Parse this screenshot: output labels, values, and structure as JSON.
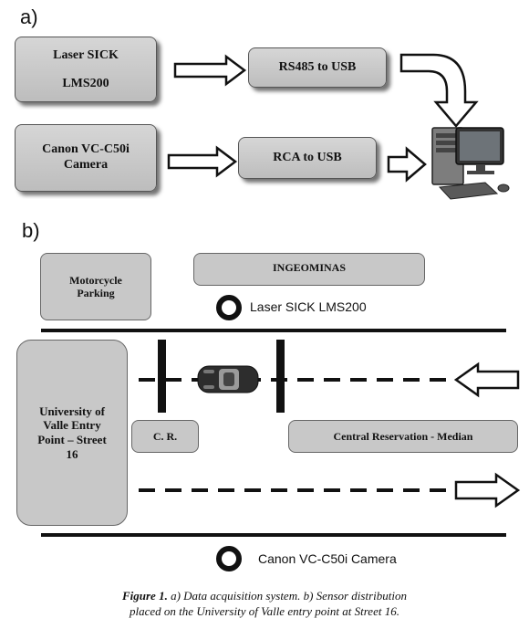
{
  "panel_a": {
    "label": "a)",
    "laser_box": "Laser SICK\n\nLMS200",
    "rs485_box": "RS485 to USB",
    "camera_box": "Canon VC-C50i\nCamera",
    "rca_box": "RCA to USB"
  },
  "panel_b": {
    "label": "b)",
    "motorcycle_box": "Motorcycle\nParking",
    "ingeominas_box": "INGEOMINAS",
    "laser_label": "Laser SICK LMS200",
    "university_box": "University of\nValle Entry\nPoint – Street\n16",
    "cr_box": "C. R.",
    "median_box": "Central Reservation - Median",
    "camera_label": "Canon VC-C50i Camera"
  },
  "caption": {
    "figure_label": "Figure 1.",
    "line1_rest": " a) Data acquisition system. b) Sensor distribution",
    "line2": "placed on the University of Valle entry point at Street 16."
  }
}
